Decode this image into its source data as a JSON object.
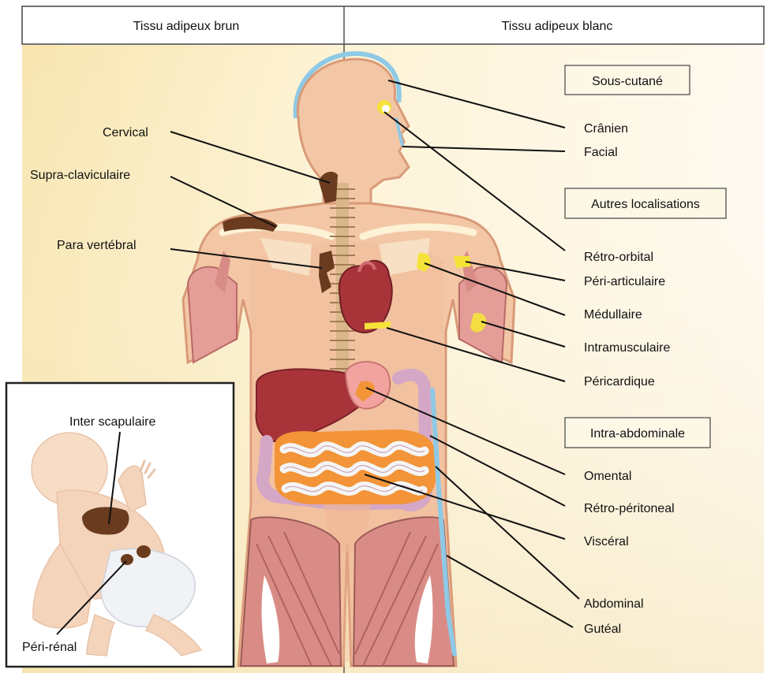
{
  "headers": {
    "left": "Tissu adipeux brun",
    "right": "Tissu adipeux blanc"
  },
  "brown_labels": {
    "cervical": "Cervical",
    "supra": "Supra-claviculaire",
    "para": "Para vertébral"
  },
  "categories": {
    "sous_cutane": "Sous-cutané",
    "autres": "Autres localisations",
    "intra": "Intra-abdominale"
  },
  "white_labels": {
    "cranien": "Crânien",
    "facial": "Facial",
    "retro_orbital": "Rétro-orbital",
    "peri_articulaire": "Péri-articulaire",
    "medullaire": "Médullaire",
    "intramusculaire": "Intramusculaire",
    "pericardique": "Péricardique",
    "omental": "Omental",
    "retro_peritoneal": "Rétro-péritoneal",
    "visceral": "Viscéral",
    "abdominal": "Abdominal",
    "gluteal": "Gutéal"
  },
  "infant_labels": {
    "inter_scapulaire": "Inter scapulaire",
    "peri_renal": "Péri-rénal"
  },
  "colors": {
    "skin": "#f3c7a6",
    "brown_fat": "#6b3b1f",
    "white_fat_subcut": "#8ec9e6",
    "yellow_fat": "#f5e33a",
    "liver": "#a8343a",
    "intestine": "#f2f2f2",
    "omental_fat": "#f29437",
    "background": "#fdf1cc"
  }
}
